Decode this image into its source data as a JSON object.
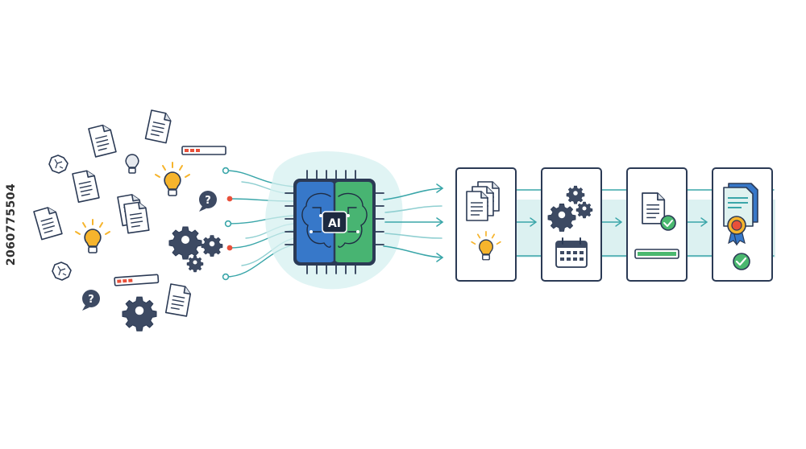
{
  "chip": {
    "label": "AI"
  },
  "stock_id": "2060775504",
  "colors": {
    "outline": "#2b3a55",
    "accent_teal": "#3aa6a9",
    "accent_blue": "#3778c9",
    "accent_green": "#48b472",
    "bulb": "#f6b42c",
    "progress_red": "#e8503a",
    "progress_green": "#4ab86f"
  },
  "stages": [
    {
      "name": "stage-documents",
      "icons": [
        "document-stack-icon",
        "lightbulb-icon"
      ]
    },
    {
      "name": "stage-processing",
      "icons": [
        "gears-icon",
        "calendar-icon"
      ]
    },
    {
      "name": "stage-review",
      "icons": [
        "document-check-icon",
        "progress-bar-icon"
      ]
    },
    {
      "name": "stage-certified",
      "icons": [
        "certificate-icon",
        "check-circle-icon"
      ]
    }
  ]
}
